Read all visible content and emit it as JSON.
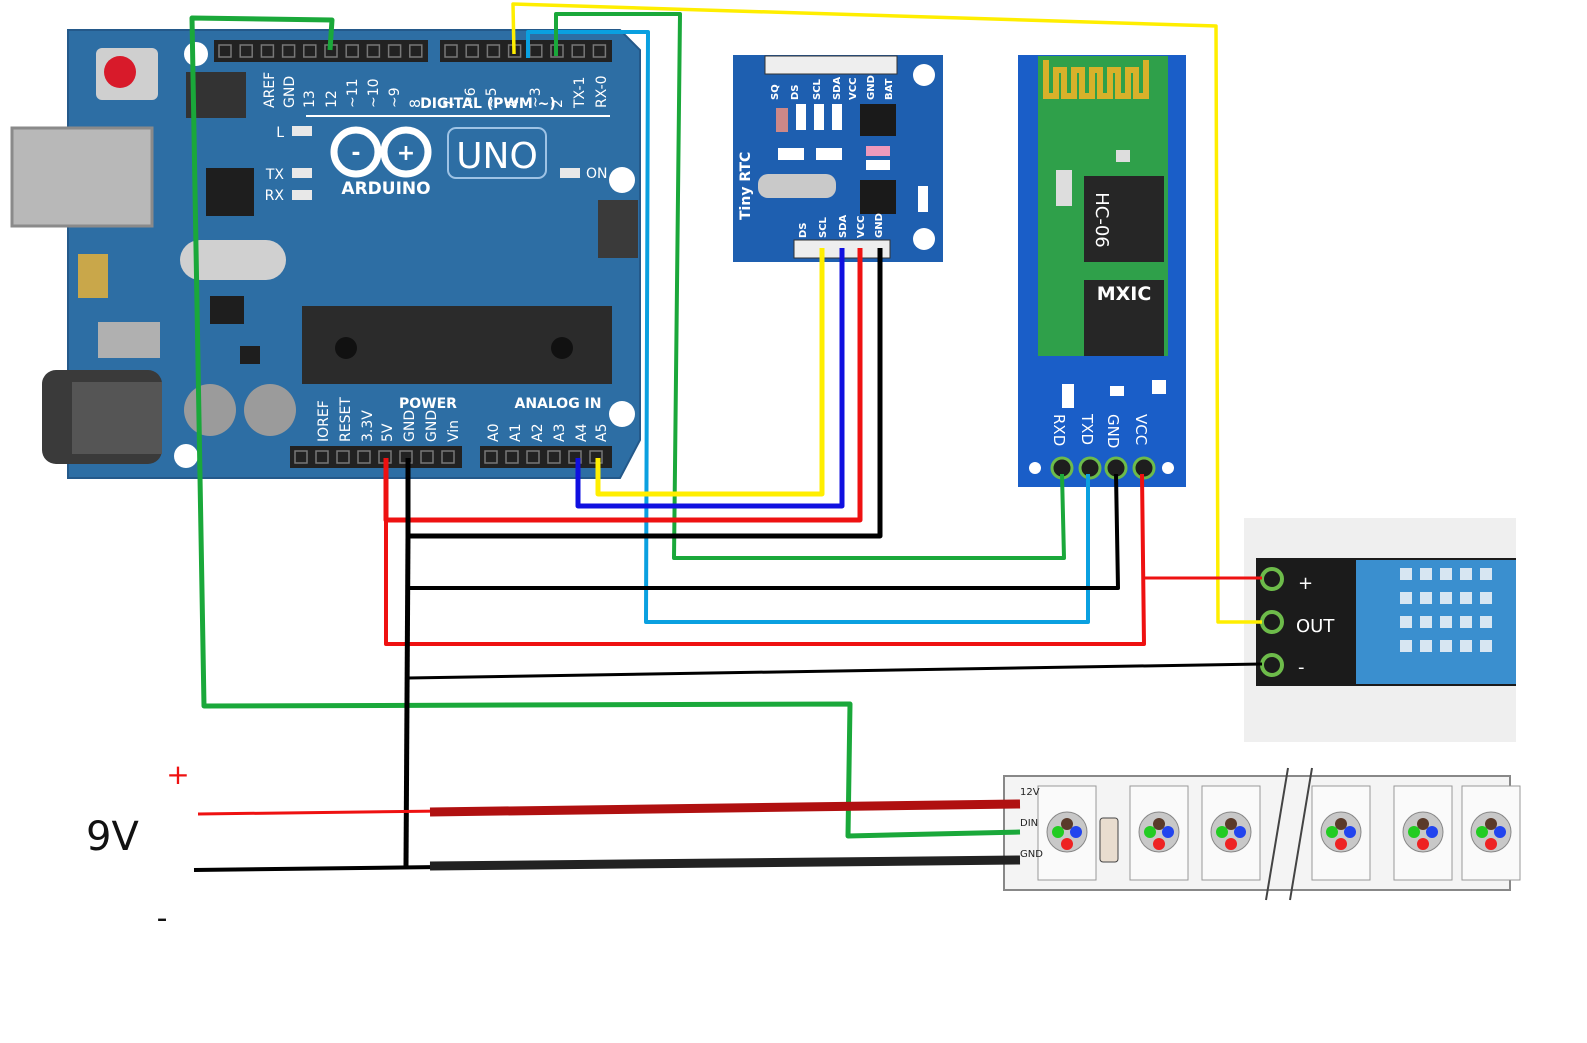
{
  "arduino": {
    "digital_header": "DIGITAL (PWM ~)",
    "digital_pins": [
      "AREF",
      "GND",
      "13",
      "12",
      "~11",
      "~10",
      "~9",
      "8",
      "7",
      "~6",
      "~5",
      "4",
      "~3",
      "2",
      "TX-1",
      "RX-0"
    ],
    "led_labels": {
      "l": "L",
      "tx": "TX",
      "rx": "RX",
      "on": "ON"
    },
    "logo_text": "ARDUINO",
    "model": "UNO",
    "power_header": "POWER",
    "power_pins": [
      "IOREF",
      "RESET",
      "3.3V",
      "5V",
      "GND",
      "GND",
      "Vin"
    ],
    "analog_header": "ANALOG IN",
    "analog_pins": [
      "A0",
      "A1",
      "A2",
      "A3",
      "A4",
      "A5"
    ]
  },
  "rtc": {
    "name": "Tiny RTC",
    "top_pins": [
      "SQ",
      "DS",
      "SCL",
      "SDA",
      "VCC",
      "GND",
      "BAT"
    ],
    "bottom_pins": [
      "DS",
      "SCL",
      "SDA",
      "VCC",
      "GND"
    ]
  },
  "bluetooth": {
    "chip_label": "HC-06",
    "chip2_label": "MXIC",
    "pins": [
      "RXD",
      "TXD",
      "GND",
      "VCC"
    ]
  },
  "dht": {
    "pins": [
      "+",
      "OUT",
      "-"
    ]
  },
  "led_strip": {
    "pads": [
      "12V",
      "DIN",
      "GND"
    ]
  },
  "battery": {
    "plus": "+",
    "label": "9V",
    "minus": "-"
  },
  "colors": {
    "board": "#2d6ea4",
    "header": "#222222",
    "green": "#1aa83a",
    "yellow": "#ffee00",
    "cyan": "#0aa0e0",
    "red": "#ee1111",
    "black": "#000000",
    "blue": "#1010e0",
    "bt_board": "#1a5ec8",
    "pcb_green": "#2fa04a",
    "antenna": "#d8b12a"
  }
}
